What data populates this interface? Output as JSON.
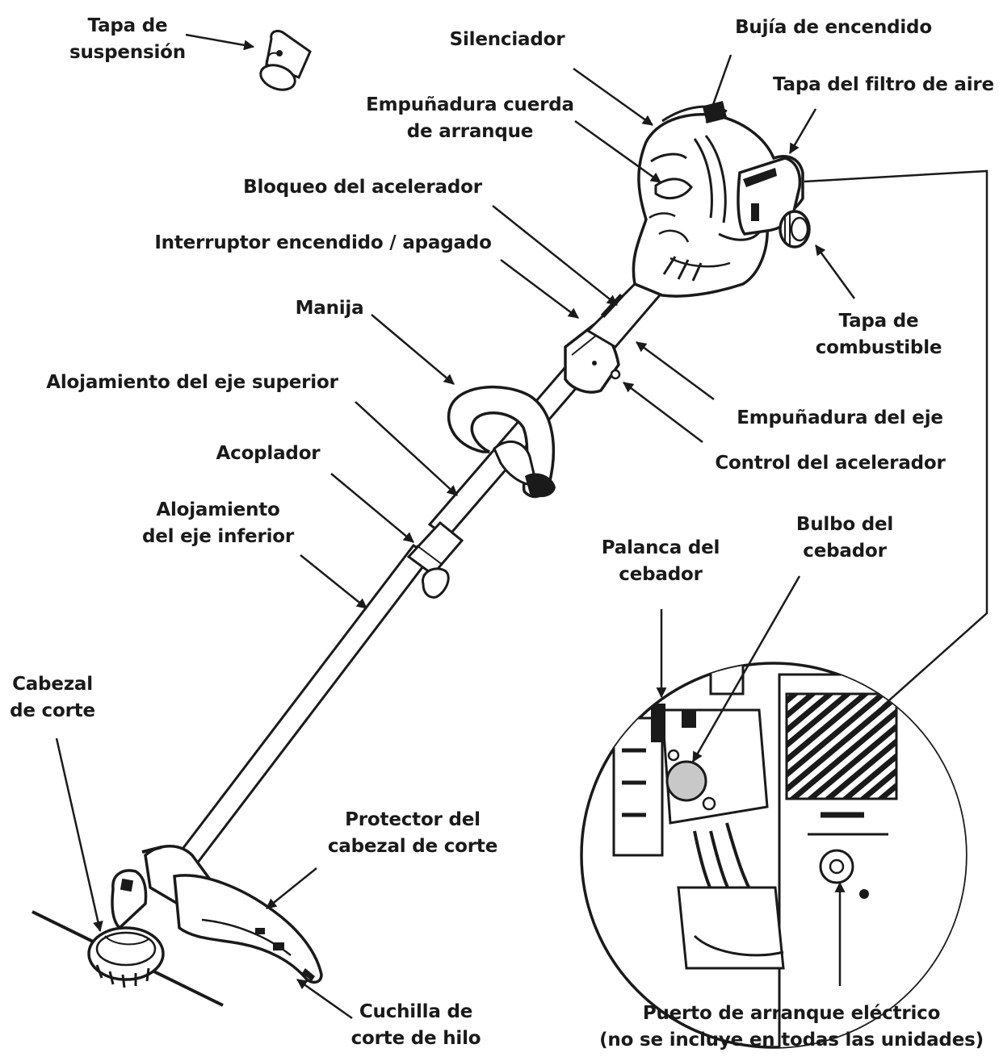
{
  "labels": {
    "hanger_cap": [
      "Tapa de",
      "suspensión"
    ],
    "muffler": "Silenciador",
    "spark_plug": "Bujía de encendido",
    "air_filter_cover": "Tapa del filtro de aire",
    "starter_rope_grip": [
      "Empuñadura cuerda",
      "de arranque"
    ],
    "throttle_lock": "Bloqueo del acelerador",
    "on_off_switch": "Interruptor encendido / apagado",
    "handle": "Manija",
    "fuel_cap": [
      "Tapa de",
      "combustible"
    ],
    "upper_shaft_housing": "Alojamiento del eje superior",
    "shaft_grip": "Empuñadura del eje",
    "coupler": "Acoplador",
    "throttle_control": "Control del acelerador",
    "lower_shaft_housing": [
      "Alojamiento",
      "del eje inferior"
    ],
    "primer_bulb": [
      "Bulbo del",
      "cebador"
    ],
    "choke_lever": [
      "Palanca del",
      "cebador"
    ],
    "cutting_head": [
      "Cabezal",
      "de corte"
    ],
    "cutting_head_guard": [
      "Protector del",
      "cabezal de corte"
    ],
    "line_cutter_blade": [
      "Cuchilla de",
      "corte de hilo"
    ],
    "electric_start_port": [
      "Puerto de arranque eléctrico",
      "(no se incluye en todas las unidades)"
    ]
  },
  "colors": {
    "ink": "#1a1a1a",
    "paper": "#ffffff",
    "shade": "#c8c8c8"
  }
}
